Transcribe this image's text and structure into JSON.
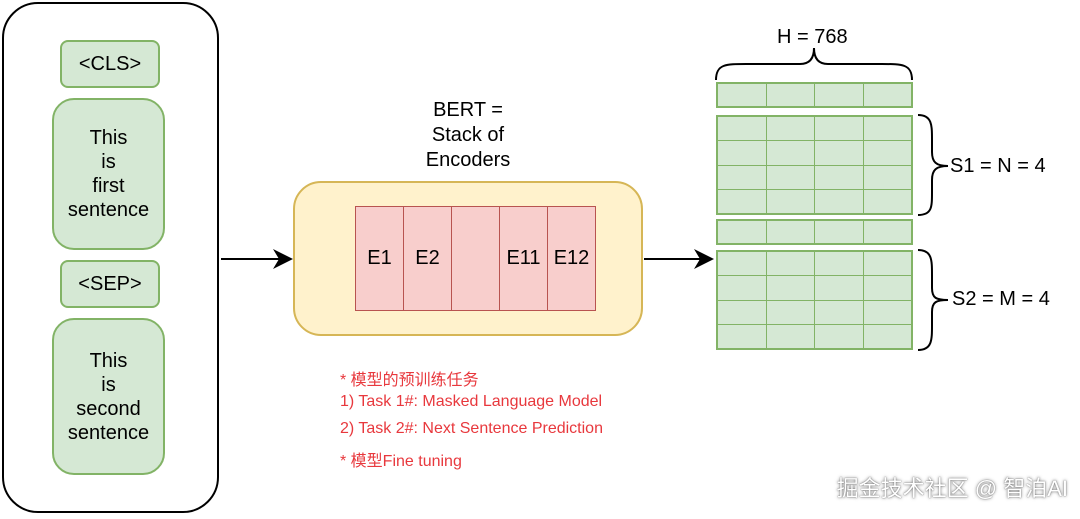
{
  "input": {
    "cls": "<CLS>",
    "sentence1": [
      "This",
      "is",
      "first",
      "sentence"
    ],
    "sep": "<SEP>",
    "sentence2": [
      "This",
      "is",
      "second",
      "sentence"
    ]
  },
  "bert": {
    "title_lines": [
      "BERT =",
      "Stack of",
      "Encoders"
    ],
    "encoders": [
      "E1",
      "E2",
      "",
      "E11",
      "E12"
    ]
  },
  "output": {
    "h_label": "H = 768",
    "s1_label": "S1 = N = 4",
    "s2_label": "S2 = M = 4",
    "columns": 4,
    "s1_rows": 4,
    "s2_rows": 4
  },
  "notes": [
    "* 模型的预训练任务",
    "1) Task 1#: Masked Language Model",
    "2) Task 2#: Next Sentence Prediction",
    "* 模型Fine tuning"
  ],
  "watermark": "掘金技术社区 @ 智泊AI",
  "colors": {
    "token_fill": "#d5e8d4",
    "token_stroke": "#82b366",
    "bert_fill": "#fff2cc",
    "bert_stroke": "#d6b656",
    "encoder_fill": "#f8cecc",
    "encoder_stroke": "#b85450",
    "note_text": "#e8383d"
  }
}
